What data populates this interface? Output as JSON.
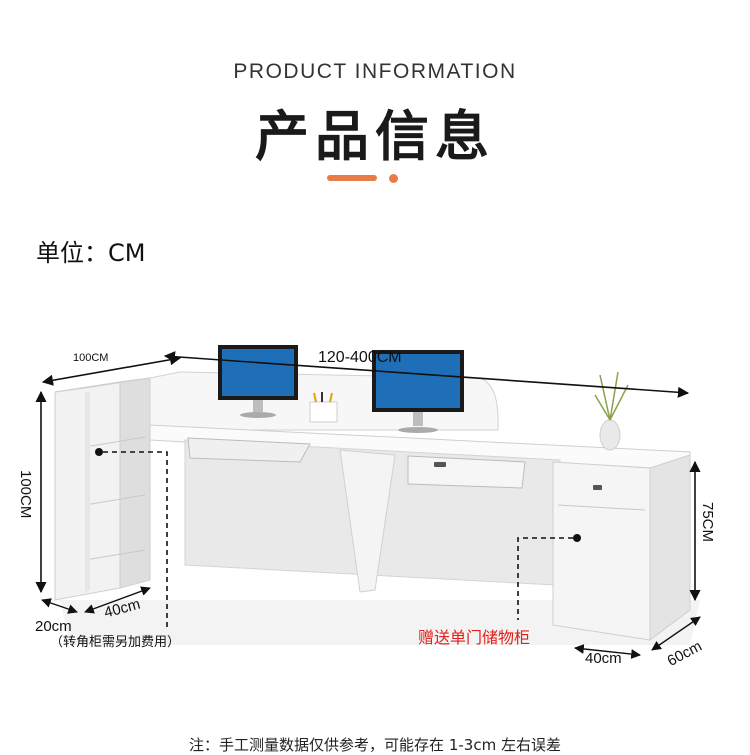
{
  "header": {
    "subtitle_en": "PRODUCT INFORMATION",
    "title_cn": "产品信息",
    "accent_color": "#e97b49"
  },
  "unit": {
    "label": "单位：CM"
  },
  "dimensions": {
    "desk_length": "120-400CM",
    "corner_cabinet_depth": "100CM",
    "corner_cabinet_height": "100CM",
    "corner_base_depth": "20cm",
    "corner_base_width": "40cm",
    "desk_height": "75CM",
    "storage_width": "40cm",
    "storage_depth": "60cm"
  },
  "notes": {
    "corner_cabinet_extra": "（转角柜需另加费用）",
    "gift_cabinet": "赠送单门储物柜",
    "gift_color": "#e0201b",
    "footnote": "注：手工测量数据仅供参考，可能存在 1-3cm 左右误差"
  }
}
